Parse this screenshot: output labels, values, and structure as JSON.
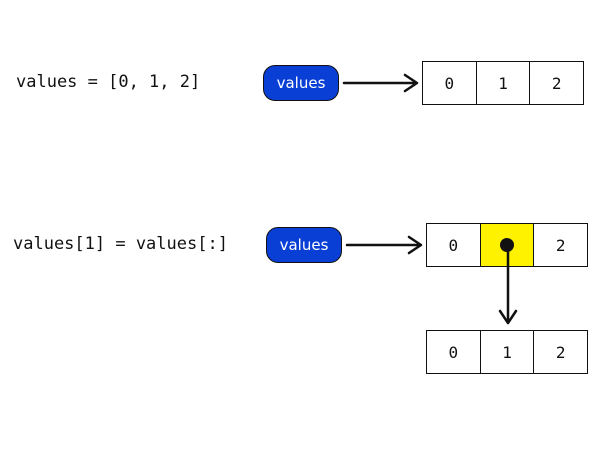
{
  "colors": {
    "pill_fill": "#0a3fd6",
    "highlight": "#fff200",
    "ink": "#111111",
    "background": "#ffffff"
  },
  "row1": {
    "code": "values = [0, 1, 2]",
    "variable": "values",
    "cells": [
      "0",
      "1",
      "2"
    ]
  },
  "row2": {
    "code": "values[1] = values[:]",
    "variable": "values",
    "cells": [
      "0",
      "",
      "2"
    ],
    "highlighted_index": 1,
    "nested_cells": [
      "0",
      "1",
      "2"
    ]
  }
}
